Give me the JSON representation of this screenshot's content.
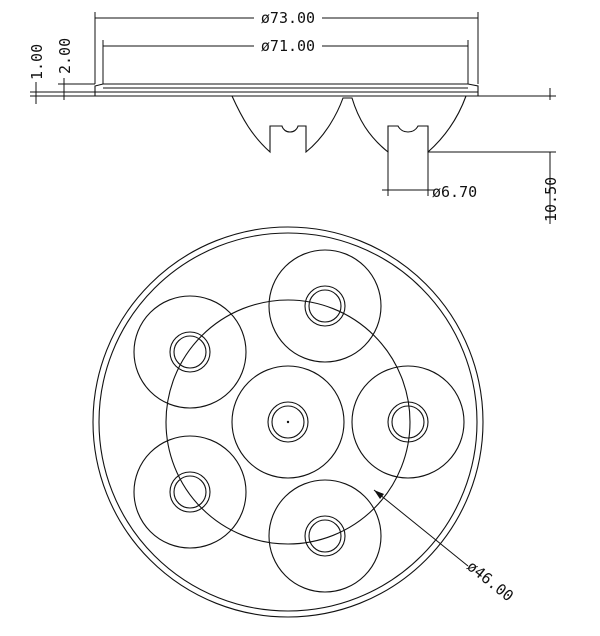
{
  "drawing": {
    "line_color": "#111111",
    "background": "#ffffff",
    "dimensions": {
      "outer_diameter": "ø73.00",
      "inner_diameter": "ø71.00",
      "flange_thickness_small": "1.00",
      "flange_thickness_large": "2.00",
      "post_diameter": "ø6.70",
      "lens_height": "10.50",
      "pitch_circle_diameter": "ø46.00"
    }
  }
}
